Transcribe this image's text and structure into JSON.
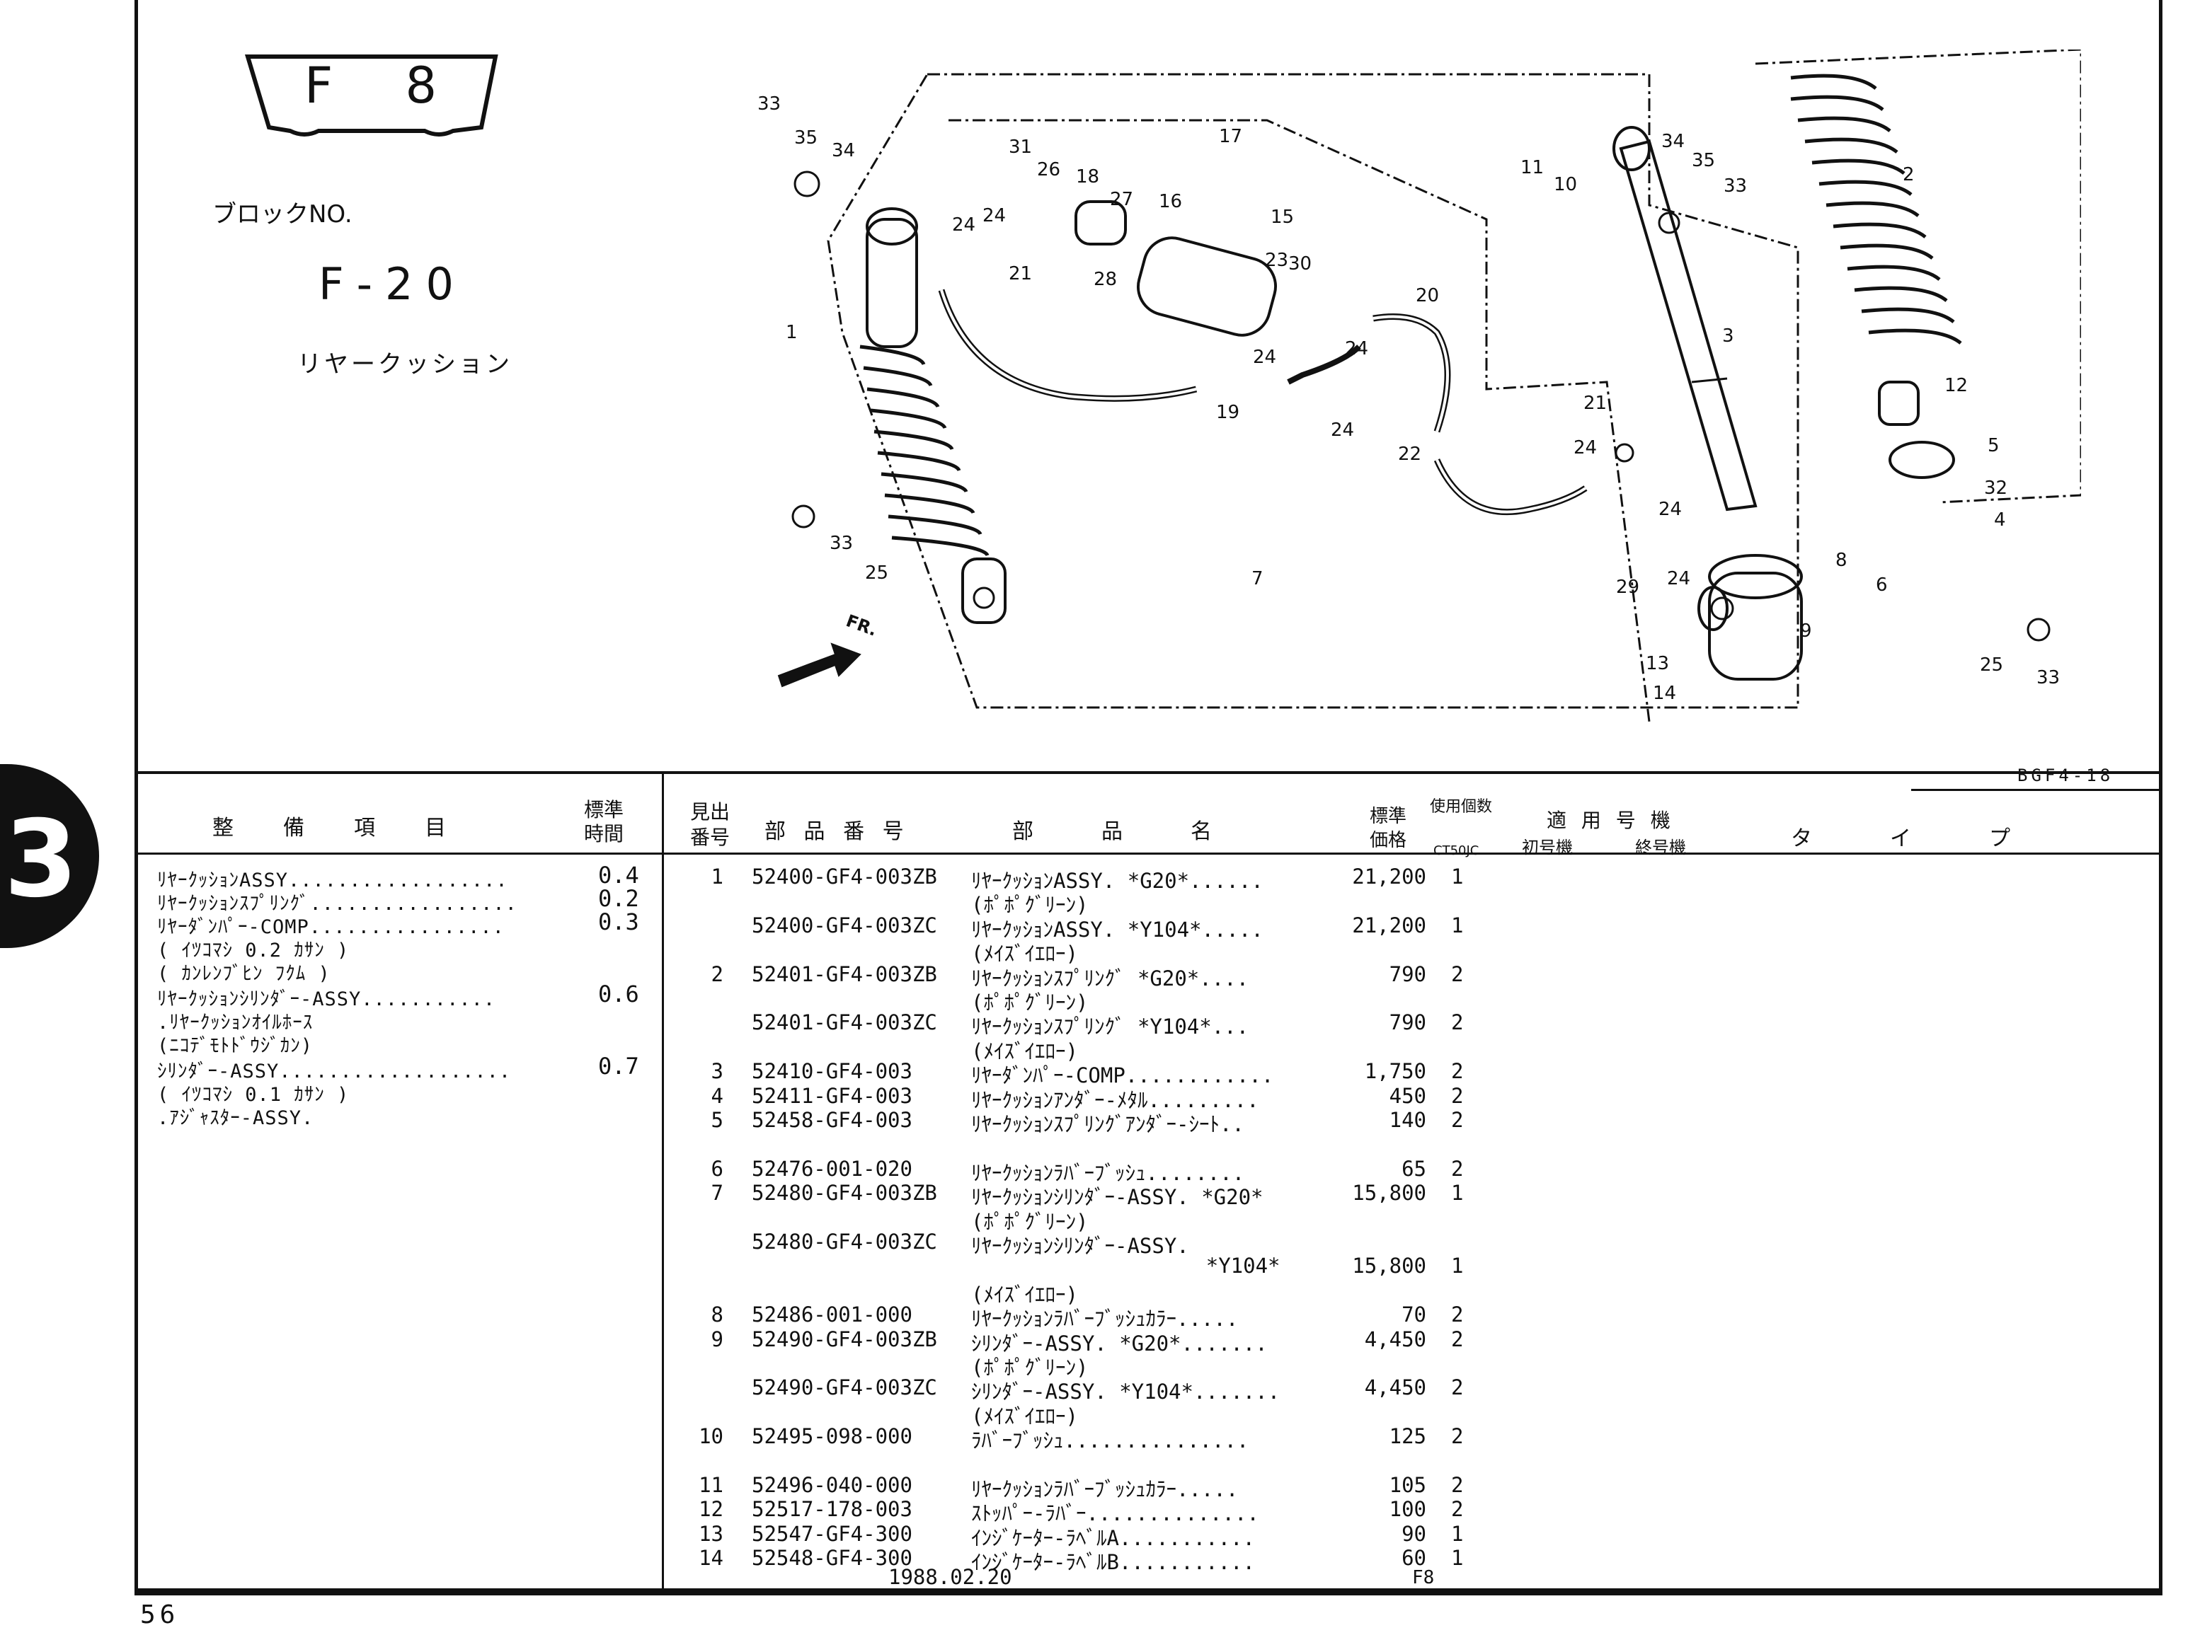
{
  "header": {
    "section_code": "F  8",
    "block_label": "ブロックNO.",
    "block_number": "F-20",
    "block_name": "リヤークッション",
    "figure_code": "BGF4-18",
    "side_tab": "3"
  },
  "diagram": {
    "fr_label": "FR.",
    "callouts": [
      "33",
      "35",
      "34",
      "31",
      "26",
      "18",
      "27",
      "16",
      "17",
      "24",
      "24",
      "21",
      "28",
      "15",
      "23",
      "30",
      "1",
      "24",
      "24",
      "19",
      "24",
      "20",
      "22",
      "33",
      "25",
      "7",
      "11",
      "10",
      "34",
      "35",
      "33",
      "2",
      "3",
      "21",
      "24",
      "24",
      "12",
      "5",
      "32",
      "4",
      "8",
      "6",
      "29",
      "24",
      "9",
      "13",
      "14",
      "25",
      "33"
    ]
  },
  "labor_table": {
    "col_item": "整　備　項　目",
    "col_time": "標準\n時間",
    "rows": [
      {
        "text": "ﾘﾔｰｸｯｼｮﾝASSY..................",
        "time": "0.4"
      },
      {
        "text": "ﾘﾔｰｸｯｼｮﾝｽﾌﾟﾘﾝｸﾞ.................",
        "time": "0.2"
      },
      {
        "text": "ﾘﾔｰﾀﾞﾝﾊﾟｰ-COMP................",
        "time": "0.3"
      },
      {
        "text": "( ｲﾂｺﾏｼ 0.2 ｶｻﾝ )",
        "time": ""
      },
      {
        "text": "( ｶﾝﾚﾝﾌﾞﾋﾝ ﾌｸﾑ )",
        "time": ""
      },
      {
        "text": "ﾘﾔｰｸｯｼｮﾝｼﾘﾝﾀﾞｰ-ASSY...........",
        "time": "0.6"
      },
      {
        "text": ".ﾘﾔｰｸｯｼｮﾝｵｲﾙﾎｰｽ",
        "time": ""
      },
      {
        "text": "(ﾆｺﾃﾞﾓﾄﾄﾞｳｼﾞｶﾝ)",
        "time": ""
      },
      {
        "text": "ｼﾘﾝﾀﾞｰ-ASSY...................",
        "time": "0.7"
      },
      {
        "text": "( ｲﾂｺﾏｼ 0.1 ｶｻﾝ )",
        "time": ""
      },
      {
        "text": ".ｱｼﾞｬｽﾀｰ-ASSY.",
        "time": ""
      }
    ]
  },
  "parts_table": {
    "col_ref": "見出\n番号",
    "col_part_no": "部 品 番 号",
    "col_name": "部　　品　　名",
    "col_price": "標準\n価格",
    "col_qty": "使用個数",
    "col_qty_sub": "CT50JC",
    "col_applicable": "適 用 号 機",
    "col_first": "初号機",
    "col_last": "終号機",
    "col_type": "タ　イ　プ",
    "rows": [
      {
        "ref": "1",
        "part": "52400-GF4-003ZB",
        "name": "ﾘﾔｰｸｯｼｮﾝASSY. *G20*......",
        "price": "21,200",
        "qty": "1"
      },
      {
        "ref": "",
        "part": "",
        "name": "(ﾎﾟﾎﾟｸﾞﾘｰﾝ)",
        "price": "",
        "qty": ""
      },
      {
        "ref": "",
        "part": "52400-GF4-003ZC",
        "name": "ﾘﾔｰｸｯｼｮﾝASSY. *Y104*.....",
        "price": "21,200",
        "qty": "1"
      },
      {
        "ref": "",
        "part": "",
        "name": "(ﾒｲｽﾞｲｴﾛｰ)",
        "price": "",
        "qty": ""
      },
      {
        "ref": "2",
        "part": "52401-GF4-003ZB",
        "name": "ﾘﾔｰｸｯｼｮﾝｽﾌﾟﾘﾝｸﾞ *G20*....",
        "price": "790",
        "qty": "2"
      },
      {
        "ref": "",
        "part": "",
        "name": "(ﾎﾟﾎﾟｸﾞﾘｰﾝ)",
        "price": "",
        "qty": ""
      },
      {
        "ref": "",
        "part": "52401-GF4-003ZC",
        "name": "ﾘﾔｰｸｯｼｮﾝｽﾌﾟﾘﾝｸﾞ *Y104*...",
        "price": "790",
        "qty": "2"
      },
      {
        "ref": "",
        "part": "",
        "name": "(ﾒｲｽﾞｲｴﾛｰ)",
        "price": "",
        "qty": ""
      },
      {
        "ref": "3",
        "part": "52410-GF4-003",
        "name": "ﾘﾔｰﾀﾞﾝﾊﾟｰ-COMP............",
        "price": "1,750",
        "qty": "2"
      },
      {
        "ref": "4",
        "part": "52411-GF4-003",
        "name": "ﾘﾔｰｸｯｼｮﾝｱﾝﾀﾞｰ-ﾒﾀﾙ.........",
        "price": "450",
        "qty": "2"
      },
      {
        "ref": "5",
        "part": "52458-GF4-003",
        "name": "ﾘﾔｰｸｯｼｮﾝｽﾌﾟﾘﾝｸﾞｱﾝﾀﾞｰ-ｼｰﾄ..",
        "price": "140",
        "qty": "2"
      },
      {
        "ref": "",
        "part": "",
        "name": "",
        "price": "",
        "qty": ""
      },
      {
        "ref": "6",
        "part": "52476-001-020",
        "name": "ﾘﾔｰｸｯｼｮﾝﾗﾊﾞｰﾌﾞｯｼｭ........",
        "price": "65",
        "qty": "2"
      },
      {
        "ref": "7",
        "part": "52480-GF4-003ZB",
        "name": "ﾘﾔｰｸｯｼｮﾝｼﾘﾝﾀﾞｰ-ASSY. *G20*",
        "price": "15,800",
        "qty": "1"
      },
      {
        "ref": "",
        "part": "",
        "name": "(ﾎﾟﾎﾟｸﾞﾘｰﾝ)",
        "price": "",
        "qty": ""
      },
      {
        "ref": "",
        "part": "52480-GF4-003ZC",
        "name": "ﾘﾔｰｸｯｼｮﾝｼﾘﾝﾀﾞｰ-ASSY.",
        "price": "",
        "qty": ""
      },
      {
        "ref": "",
        "part": "",
        "name": "                   *Y104*",
        "price": "15,800",
        "qty": "1"
      },
      {
        "ref": "",
        "part": "",
        "name": "(ﾒｲｽﾞｲｴﾛｰ)",
        "price": "",
        "qty": ""
      },
      {
        "ref": "8",
        "part": "52486-001-000",
        "name": "ﾘﾔｰｸｯｼｮﾝﾗﾊﾞｰﾌﾞｯｼｭｶﾗｰ.....",
        "price": "70",
        "qty": "2"
      },
      {
        "ref": "9",
        "part": "52490-GF4-003ZB",
        "name": "ｼﾘﾝﾀﾞｰ-ASSY. *G20*.......",
        "price": "4,450",
        "qty": "2"
      },
      {
        "ref": "",
        "part": "",
        "name": "(ﾎﾟﾎﾟｸﾞﾘｰﾝ)",
        "price": "",
        "qty": ""
      },
      {
        "ref": "",
        "part": "52490-GF4-003ZC",
        "name": "ｼﾘﾝﾀﾞｰ-ASSY. *Y104*.......",
        "price": "4,450",
        "qty": "2"
      },
      {
        "ref": "",
        "part": "",
        "name": "(ﾒｲｽﾞｲｴﾛｰ)",
        "price": "",
        "qty": ""
      },
      {
        "ref": "10",
        "part": "52495-098-000",
        "name": "ﾗﾊﾞｰﾌﾞｯｼｭ...............",
        "price": "125",
        "qty": "2"
      },
      {
        "ref": "",
        "part": "",
        "name": "",
        "price": "",
        "qty": ""
      },
      {
        "ref": "11",
        "part": "52496-040-000",
        "name": "ﾘﾔｰｸｯｼｮﾝﾗﾊﾞｰﾌﾞｯｼｭｶﾗｰ.....",
        "price": "105",
        "qty": "2"
      },
      {
        "ref": "12",
        "part": "52517-178-003",
        "name": "ｽﾄｯﾊﾟｰ-ﾗﾊﾞｰ..............",
        "price": "100",
        "qty": "2"
      },
      {
        "ref": "13",
        "part": "52547-GF4-300",
        "name": "ｲﾝｼﾞｹｰﾀｰ-ﾗﾍﾞﾙA...........",
        "price": "90",
        "qty": "1"
      },
      {
        "ref": "14",
        "part": "52548-GF4-300",
        "name": "ｲﾝｼﾞｹｰﾀｰ-ﾗﾍﾞﾙB...........",
        "price": "60",
        "qty": "1"
      }
    ]
  },
  "footer": {
    "date": "1988.02.20",
    "code": "F8",
    "page_number": "56"
  }
}
